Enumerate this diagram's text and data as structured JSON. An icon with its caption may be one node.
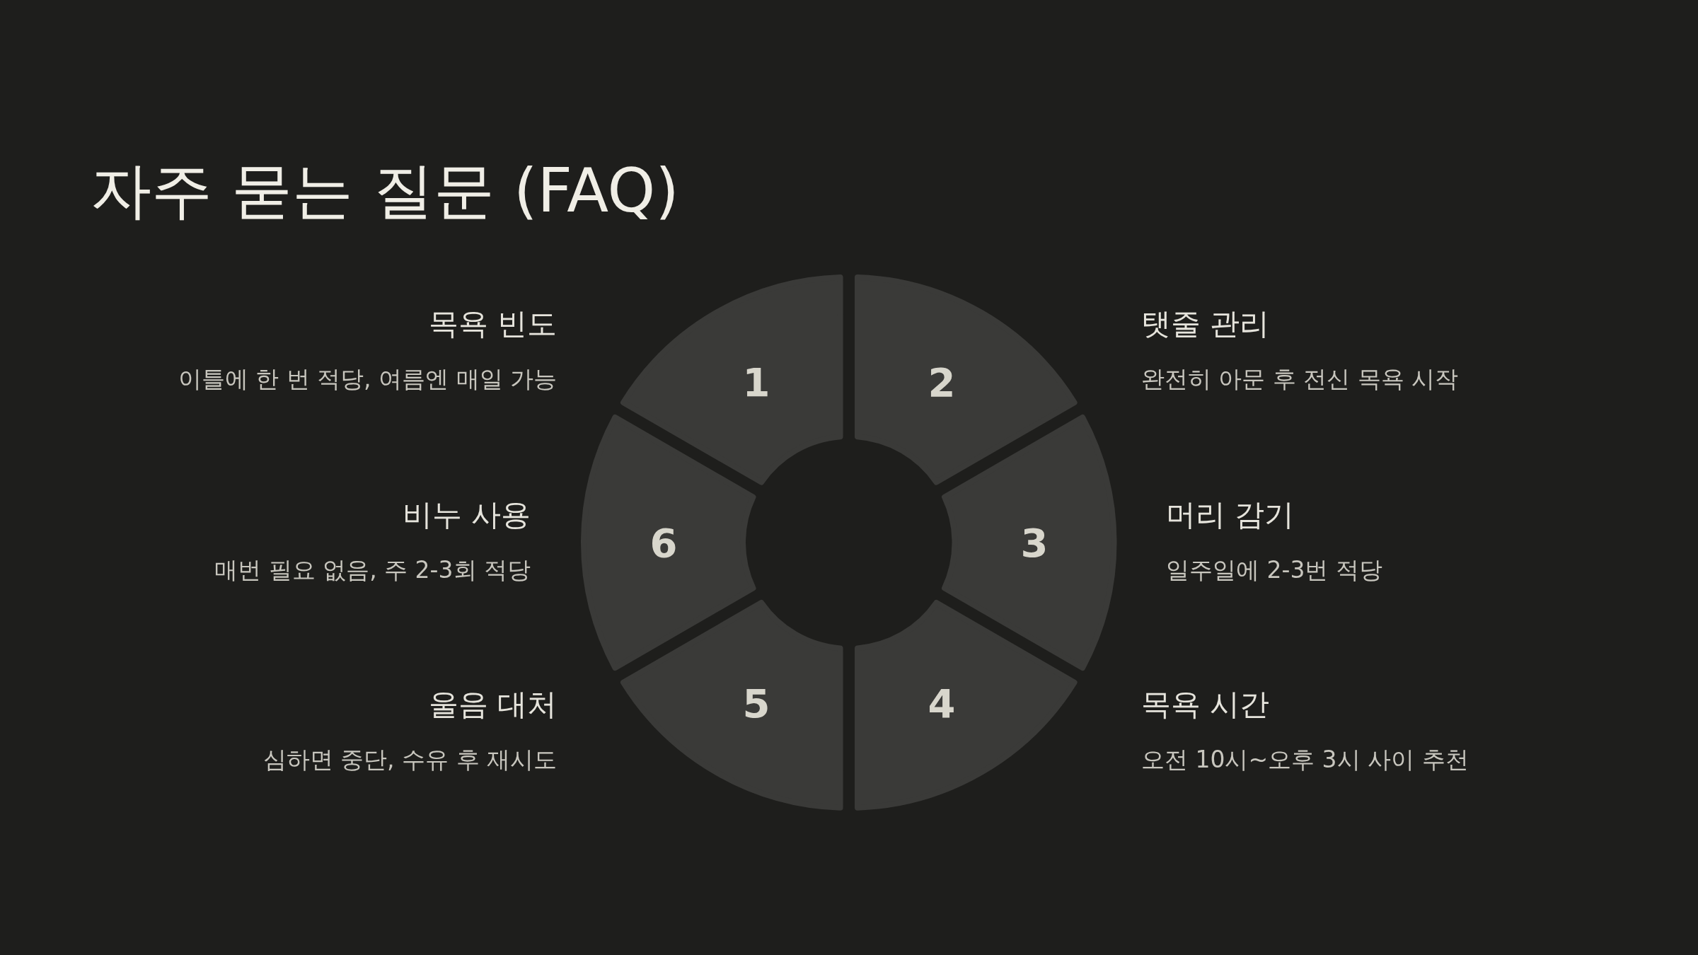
{
  "diagram": {
    "title": "자주 묻는 질문 (FAQ)",
    "nodes": [
      {
        "text": [
          "1"
        ],
        "beside": [
          "목욕 빈도",
          "이틀에 한 번 적당, 여름엔 매일 가능"
        ]
      },
      {
        "text": [
          "2"
        ],
        "beside": [
          "탯줄 관리",
          "완전히 아문 후 전신 목욕 시작"
        ]
      },
      {
        "text": [
          "3"
        ],
        "beside": [
          "머리 감기",
          "일주일에 2-3번 적당"
        ]
      },
      {
        "text": [
          "4"
        ],
        "beside": [
          "목욕 시간",
          "오전 10시~오후 3시 사이 추천"
        ]
      },
      {
        "text": [
          "5"
        ],
        "beside": [
          "울음 대처",
          "심하면 중단, 수유 후 재시도"
        ]
      },
      {
        "text": [
          "6"
        ],
        "beside": [
          "비누 사용",
          "매번 필요 없음, 주 2-3회 적당"
        ]
      }
    ]
  }
}
